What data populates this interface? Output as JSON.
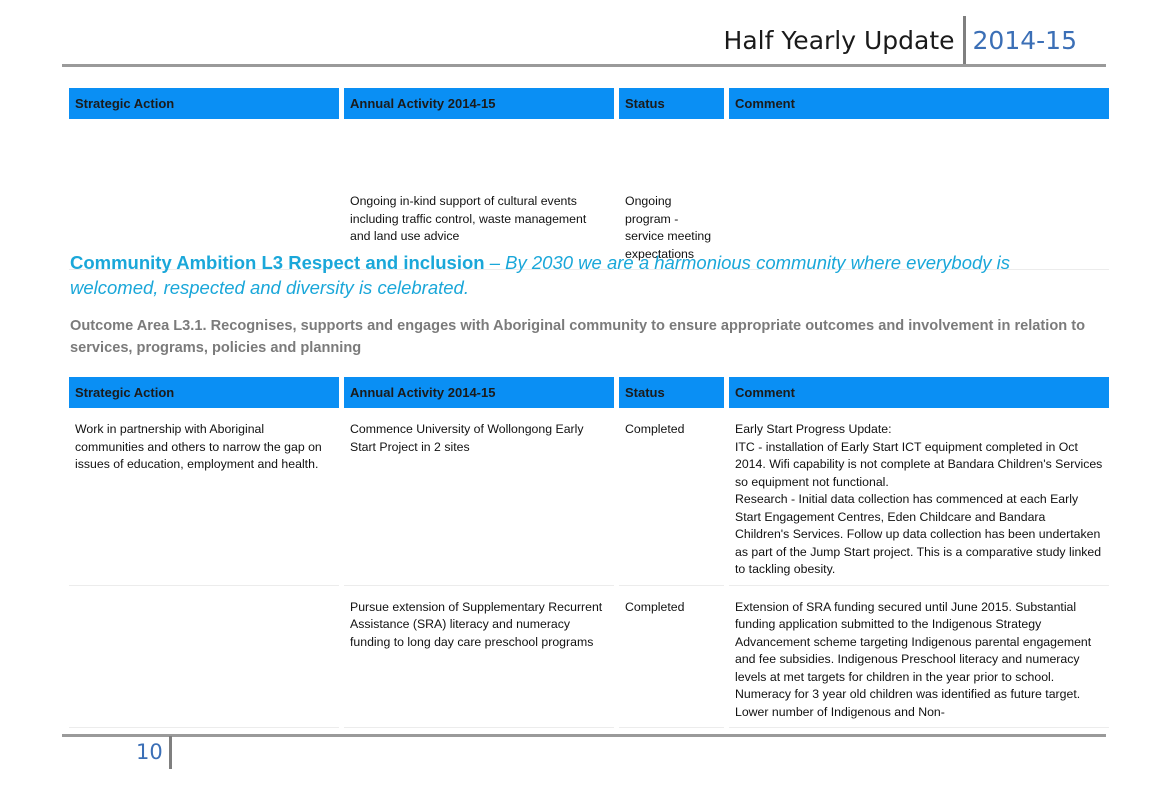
{
  "header": {
    "title": "Half Yearly Update",
    "year": "2014-15"
  },
  "table_headers": [
    "Strategic Action",
    "Annual Activity 2014-15",
    "Status",
    "Comment"
  ],
  "table1": {
    "rows": [
      {
        "strategic_action": "",
        "activity": "Ongoing in-kind support of cultural events including traffic control, waste management and land use advice",
        "status": "Ongoing program - service meeting expectations",
        "comment": ""
      }
    ]
  },
  "ambition": {
    "title": "Community Ambition L3 Respect and inclusion",
    "statement": "– By 2030 we are a harmonious community where everybody is welcomed, respected and diversity is celebrated."
  },
  "outcome": "Outcome Area L3.1. Recognises, supports and engages with Aboriginal community to ensure appropriate outcomes and involvement in relation to services, programs, policies and planning",
  "table2": {
    "rows": [
      {
        "strategic_action": "Work in partnership with Aboriginal communities and others to narrow the gap on issues of education, employment and health.",
        "activity": "Commence University of Wollongong Early Start Project in 2 sites",
        "status": "Completed",
        "comment": [
          "Early Start Progress Update:",
          "ITC - installation of Early Start ICT equipment completed in Oct 2014.  Wifi capability is not complete at Bandara Children's Services so equipment not functional.",
          "Research - Initial data collection has commenced at each Early Start Engagement Centres, Eden Childcare and Bandara Children's Services.  Follow up data collection has been undertaken as part of the Jump Start project.  This is a comparative study linked to tackling obesity."
        ]
      },
      {
        "strategic_action": "",
        "activity": "Pursue extension of Supplementary Recurrent Assistance (SRA) literacy and numeracy funding to long day care preschool programs",
        "status": "Completed",
        "comment": [
          "Extension of SRA funding secured until June 2015.  Substantial funding application submitted to the Indigenous Strategy Advancement scheme targeting Indigenous parental engagement and fee subsidies. Indigenous Preschool literacy and numeracy levels at met targets for children in the year prior to school. Numeracy for 3 year old children was identified as future target. Lower number of Indigenous and Non-"
        ]
      }
    ]
  },
  "footer": {
    "page_number": "10"
  }
}
